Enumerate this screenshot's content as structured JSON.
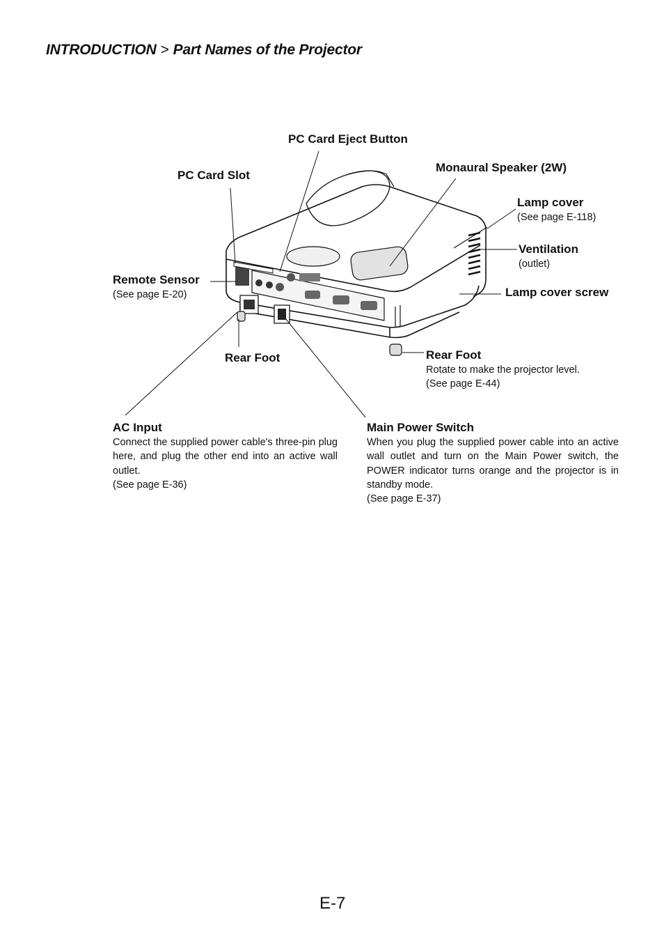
{
  "header": {
    "section": "INTRODUCTION",
    "separator": ">",
    "title": "Part Names of the Projector"
  },
  "callouts": {
    "pc_card_eject_button": {
      "label": "PC Card Eject Button"
    },
    "pc_card_slot": {
      "label": "PC Card Slot"
    },
    "monaural_speaker": {
      "label": "Monaural Speaker (2W)"
    },
    "lamp_cover": {
      "label": "Lamp cover",
      "note": "(See page E-118)"
    },
    "ventilation": {
      "label": "Ventilation",
      "note": "(outlet)"
    },
    "remote_sensor": {
      "label": "Remote Sensor",
      "note": "(See page E-20)"
    },
    "lamp_cover_screw": {
      "label": "Lamp cover screw"
    },
    "rear_foot_left": {
      "label": "Rear Foot"
    },
    "rear_foot_right": {
      "label": "Rear Foot",
      "desc": "Rotate to make the projector level.",
      "note": "(See page E-44)"
    },
    "ac_input": {
      "label": "AC Input",
      "desc": "Connect the supplied power cable's three-pin plug here, and plug the other end into an active wall outlet.",
      "note": "(See page E-36)"
    },
    "main_power_switch": {
      "label": "Main Power Switch",
      "desc": "When you plug the supplied power cable into an active wall outlet and turn on the Main Power switch, the POWER indicator turns orange and the projector is in standby mode.",
      "note": "(See page E-37)"
    }
  },
  "page_number": "E-7"
}
